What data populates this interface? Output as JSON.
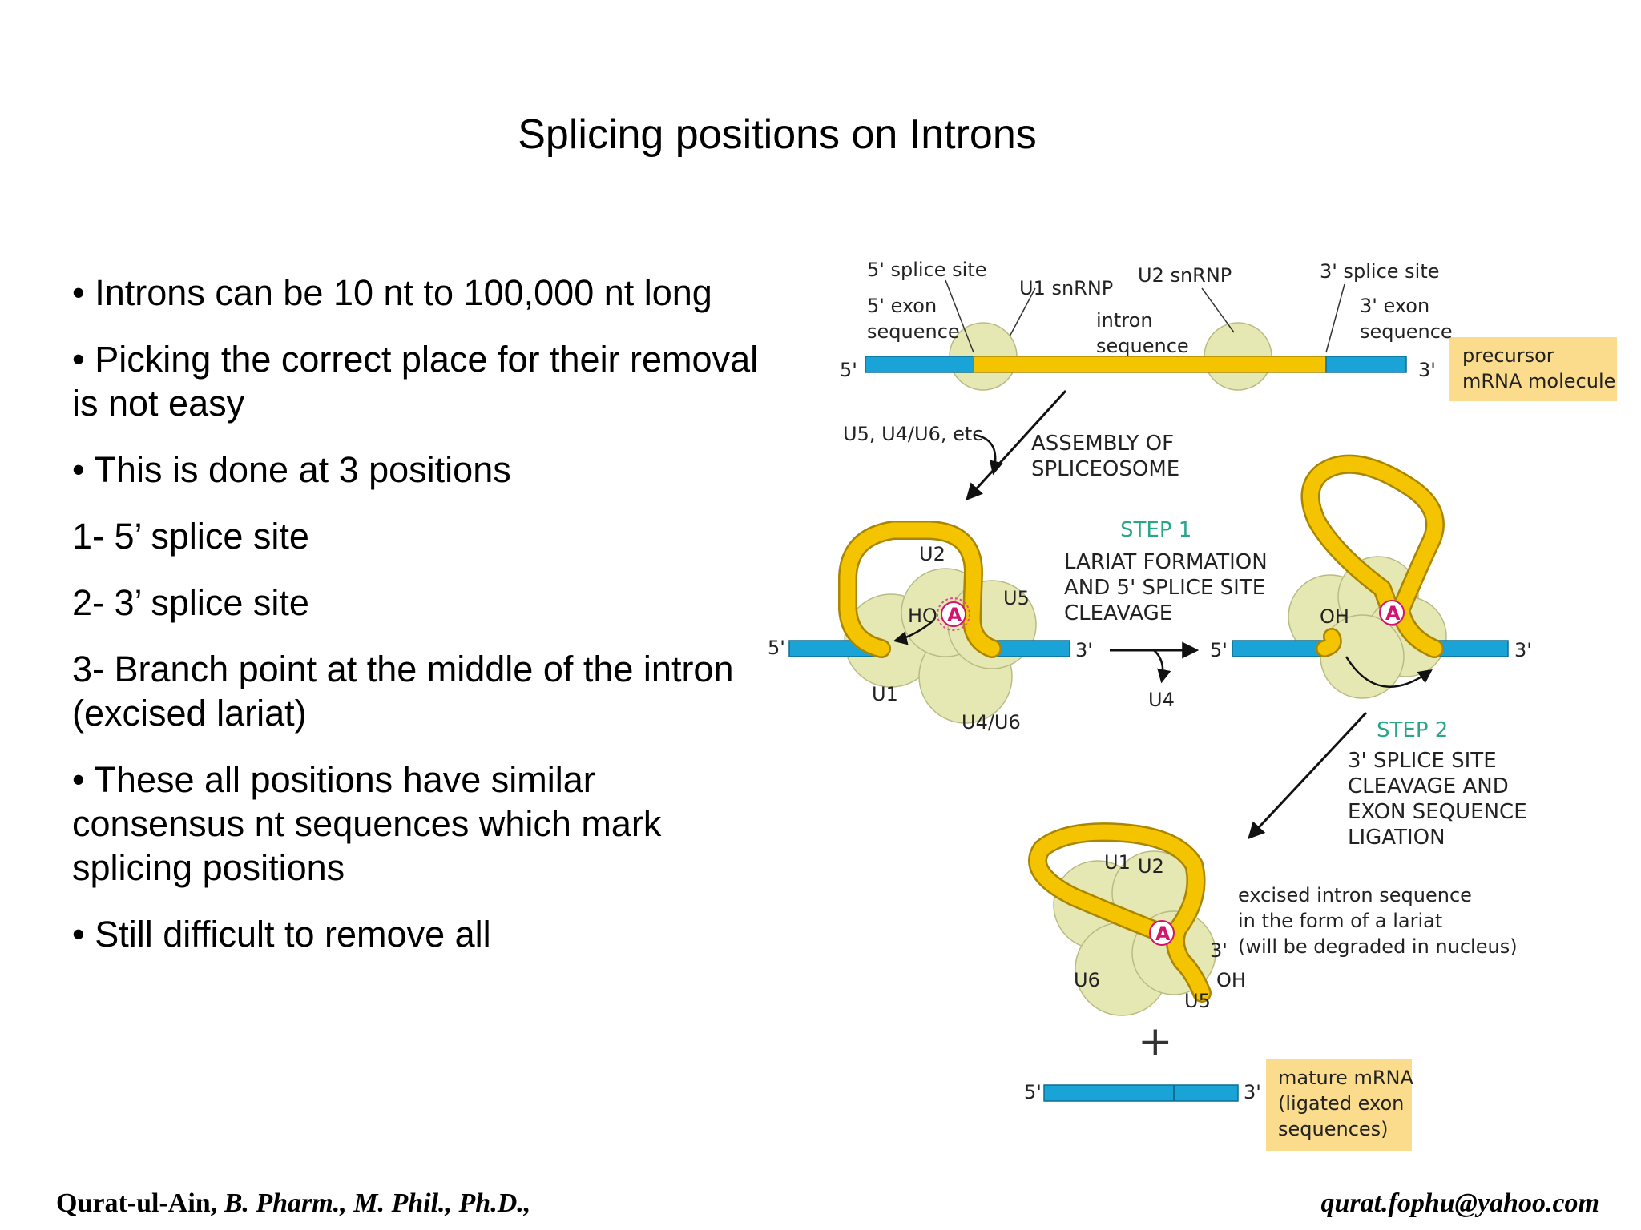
{
  "title": "Splicing positions on Introns",
  "bullets": [
    "• Introns can be 10 nt to 100,000 nt long",
    "• Picking the correct place for their removal",
    "is not easy",
    "• This is done at 3 positions",
    "1- 5’ splice site",
    "2- 3’ splice site",
    "3- Branch point at the middle of the intron",
    "(excised lariat)",
    "• These all positions have similar",
    "consensus nt sequences which mark",
    "splicing positions",
    "• Still difficult to remove all"
  ],
  "footer": {
    "author": "Qurat-ul-Ain, ",
    "degrees": "B. Pharm., M. Phil., Ph.D.,",
    "email": "qurat.fophu@yahoo.com"
  },
  "diagram": {
    "colors": {
      "exon": "#1aa3d6",
      "intron": "#f5c400",
      "snrnp": "#e6e8b4",
      "highlight": "#fbdc8c",
      "branch": "#d0156e",
      "step": "#2aa58a"
    },
    "labels": {
      "five_splice_site": "5' splice site",
      "five_exon": "5' exon",
      "sequence": "sequence",
      "u1_snrnp": "U1 snRNP",
      "u2_snrnp": "U2 snRNP",
      "intron": "intron",
      "three_splice_site": "3' splice site",
      "three_exon": "3' exon",
      "precursor_1": "precursor",
      "precursor_2": "mRNA molecule",
      "five_prime": "5'",
      "three_prime": "3'",
      "u5u4u6": "U5, U4/U6, etc.",
      "assembly_1": "ASSEMBLY OF",
      "assembly_2": "SPLICEOSOME",
      "u1": "U1",
      "u2": "U2",
      "u5": "U5",
      "u4u6": "U4/U6",
      "u4": "U4",
      "u6": "U6",
      "ho": "HO",
      "oh": "OH",
      "a": "A",
      "step1": "STEP 1",
      "step1_1": "LARIAT FORMATION",
      "step1_2": "AND 5' SPLICE SITE",
      "step1_3": "CLEAVAGE",
      "step2": "STEP 2",
      "step2_1": "3' SPLICE SITE",
      "step2_2": "CLEAVAGE AND",
      "step2_3": "EXON SEQUENCE",
      "step2_4": "LIGATION",
      "excised_1": "excised intron sequence",
      "excised_2": "in the form of a lariat",
      "excised_3": "(will be degraded in nucleus)",
      "plus": "+",
      "mature_1": "mature mRNA",
      "mature_2": "(ligated exon",
      "mature_3": "sequences)"
    }
  }
}
